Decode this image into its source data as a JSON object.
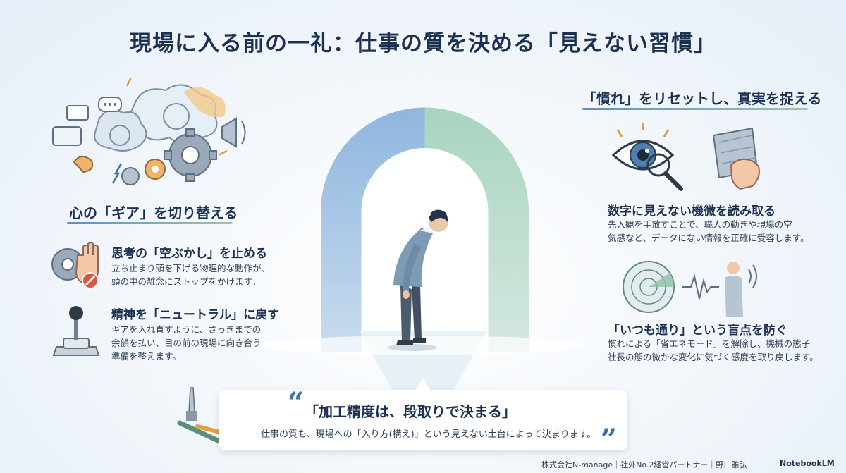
{
  "title": "現場に入る前の一礼：仕事の質を決める「見えない習慣」",
  "left": {
    "heading": "心の「ギア」を切り替える",
    "items": [
      {
        "title": "思考の「空ぶかし」を止める",
        "lines": [
          "立ち止まり頭を下げる物理的な動作が、",
          "頭の中の雑念にストップをかけます。"
        ]
      },
      {
        "title": "精神を「ニュートラル」に戻す",
        "lines": [
          "ギアを入れ直すように、さっきまでの",
          "余韻を払い、目の前の現場に向き合う",
          "準備を整えます。"
        ]
      }
    ]
  },
  "right": {
    "heading": "「慣れ」をリセットし、真実を捉える",
    "items": [
      {
        "title": "数字に見えない機微を読み取る",
        "lines": [
          "先入観を手放すことで、職人の動きや現場の空",
          "気感など、データにない情報を正確に受容します。"
        ]
      },
      {
        "title": "「いつも通り」という盲点を防ぐ",
        "lines": [
          "慣れによる「省エネモード」を解除し、機械の態子",
          "社長の態の微かな変化に気づく感度を取り戻します。"
        ]
      }
    ]
  },
  "quote": {
    "open_mark": "“",
    "close_mark": "”",
    "title": "「加工精度は、段取りで決まる」",
    "text": "仕事の質も、現場への「入り方(構え)」という見えない土台によって決まります。"
  },
  "footer": {
    "text": "株式会社N-manage｜社外No.2経営パートナー｜野口雅弘",
    "brand": "NotebookLM"
  },
  "colors": {
    "heading": "#1c3152",
    "accent_blue": "#5a8fc7",
    "accent_green": "#9cc7a8",
    "alert_red": "#e0523f"
  },
  "icons": [
    "thought-cloud-icon",
    "gear-icon",
    "megaphone-icon",
    "hand-stop-icon",
    "gear-shift-icon",
    "eye-magnifier-icon",
    "hand-touch-icon",
    "radar-icon",
    "person-icon",
    "tools-icon"
  ]
}
